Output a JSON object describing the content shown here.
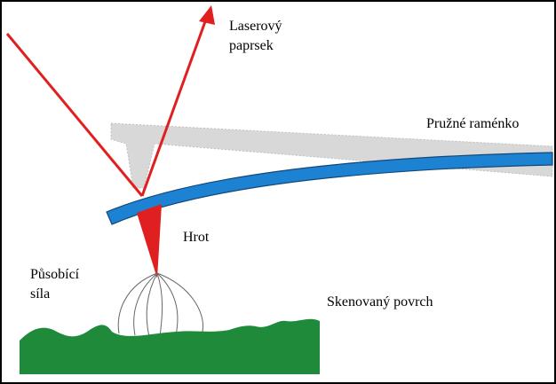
{
  "labels": {
    "laser_line1": "Laserový",
    "laser_line2": "paprsek",
    "cantilever": "Pružné raménko",
    "tip": "Hrot",
    "force_line1": "Působící",
    "force_line2": "síla",
    "surface": "Skenovaný povrch"
  },
  "colors": {
    "laser": "#e02020",
    "cantilever": "#1e82d2",
    "cantilever_outline": "#12487a",
    "cantilever_shadow": "#d8d8d8",
    "tip": "#e02020",
    "surface": "#1f8a3a",
    "field_lines": "#666666"
  }
}
